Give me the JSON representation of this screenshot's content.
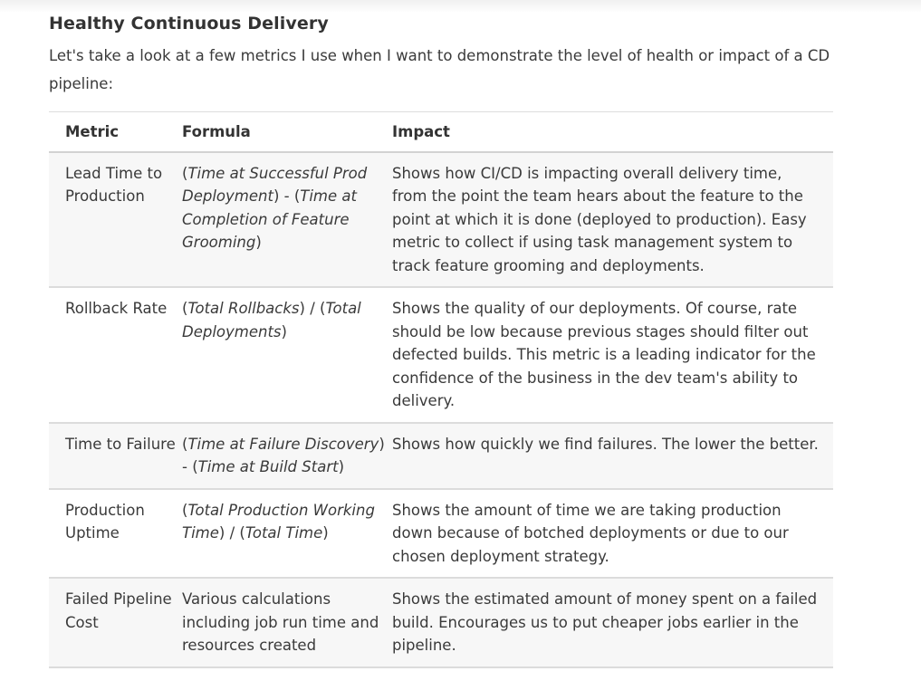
{
  "article": {
    "heading": "Healthy Continuous Delivery",
    "intro": "Let's take a look at a few metrics I use when I want to demonstrate the level of health or impact of a CD pipeline:"
  },
  "table": {
    "headers": [
      "Metric",
      "Formula",
      "Impact"
    ],
    "rows": [
      {
        "metric": "Lead Time to Production",
        "formula_parts": [
          {
            "text": "(",
            "italic": false
          },
          {
            "text": "Time at Successful Prod Deployment",
            "italic": true
          },
          {
            "text": ") - (",
            "italic": false
          },
          {
            "text": "Time at Completion of Feature Grooming",
            "italic": true
          },
          {
            "text": ")",
            "italic": false
          }
        ],
        "impact": "Shows how CI/CD is impacting overall delivery time, from the point the team hears about the feature to the point at which it is done (deployed to production). Easy metric to collect if using task management system to track feature grooming and deployments."
      },
      {
        "metric": "Rollback Rate",
        "formula_parts": [
          {
            "text": "(",
            "italic": false
          },
          {
            "text": "Total Rollbacks",
            "italic": true
          },
          {
            "text": ") / (",
            "italic": false
          },
          {
            "text": "Total Deployments",
            "italic": true
          },
          {
            "text": ")",
            "italic": false
          }
        ],
        "impact": "Shows the quality of our deployments. Of course, rate should be low because previous stages should filter out defected builds. This metric is a leading indicator for the confidence of the business in the dev team's ability to delivery."
      },
      {
        "metric": "Time to Failure",
        "formula_parts": [
          {
            "text": "(",
            "italic": false
          },
          {
            "text": "Time at Failure Discovery",
            "italic": true
          },
          {
            "text": ") - (",
            "italic": false
          },
          {
            "text": "Time at Build Start",
            "italic": true
          },
          {
            "text": ")",
            "italic": false
          }
        ],
        "impact": "Shows how quickly we find failures. The lower the better."
      },
      {
        "metric": "Production Uptime",
        "formula_parts": [
          {
            "text": "(",
            "italic": false
          },
          {
            "text": "Total Production Working Time",
            "italic": true
          },
          {
            "text": ") / (",
            "italic": false
          },
          {
            "text": "Total Time",
            "italic": true
          },
          {
            "text": ")",
            "italic": false
          }
        ],
        "impact": "Shows the amount of time we are taking production down because of botched deployments or due to our chosen deployment strategy."
      },
      {
        "metric": "Failed Pipeline Cost",
        "formula_parts": [
          {
            "text": "Various calculations including job run time and resources created",
            "italic": false
          }
        ],
        "impact": "Shows the estimated amount of money spent on a failed build. Encourages us to put cheaper jobs earlier in the pipeline."
      }
    ]
  }
}
